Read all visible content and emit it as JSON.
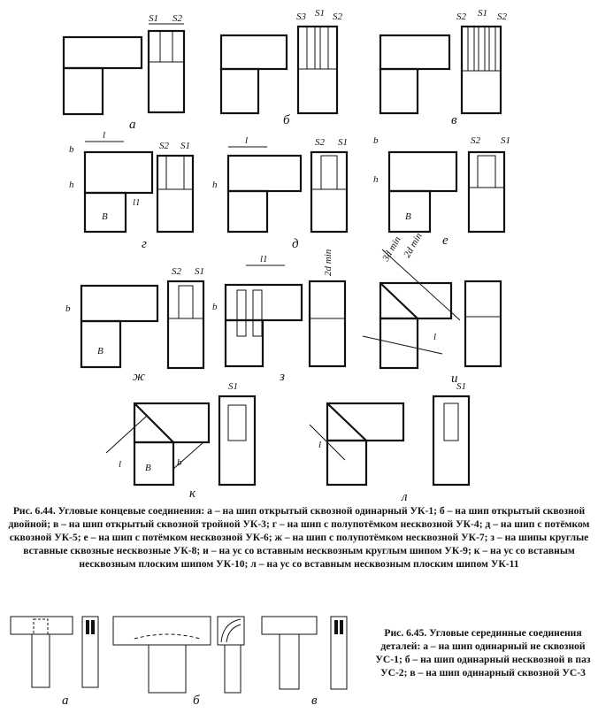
{
  "figure1": {
    "caption": "Рис. 6.44. Угловые концевые соединения: а – на шип открытый сквозной одинарный УК-1; б – на шип открытый сквозной двойной; в – на шип открытый сквозной тройной УК-3; г – на шип с полупотёмком несквозной УК-4; д – на шип с потёмком сквозной УК-5; е – на шип с потёмком несквозной УК-6; ж – на шип с полупотёмком несквозной УК-7; з – на шипы круглые вставные сквозные несквозные УК-8; и – на ус со вставным несквозным круглым шипом УК-9; к – на ус со вставным несквозным плоским шипом УК-10; л – на ус со вставным несквозным плоским шипом УК-11",
    "labels": {
      "a": "а",
      "b": "б",
      "v": "в",
      "g": "г",
      "d": "д",
      "e": "е",
      "zh": "ж",
      "z": "з",
      "i": "и",
      "k": "к",
      "l": "л"
    },
    "dims": {
      "s1": "S1",
      "s2": "S2",
      "s3": "S3",
      "l": "l",
      "l1": "l1",
      "b": "b",
      "h": "h",
      "B": "B",
      "dmin": "2d min",
      "dmin2": "3d min"
    }
  },
  "figure2": {
    "caption": "Рис. 6.45. Угловые серединные соединения деталей: а – на шип одинарный не сквозной УС-1; б – на шип одинарный несквозной в паз УС-2; в – на шип одинарный сквозной УС-3",
    "labels": {
      "a": "а",
      "b": "б",
      "v": "в"
    }
  }
}
